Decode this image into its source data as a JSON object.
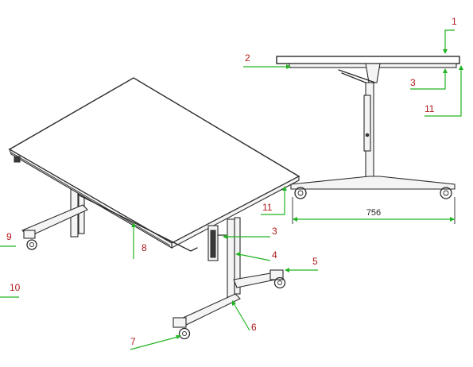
{
  "callouts": [
    {
      "id": "1",
      "label": "1"
    },
    {
      "id": "2",
      "label": "2"
    },
    {
      "id": "3a",
      "label": "3"
    },
    {
      "id": "11a",
      "label": "11"
    },
    {
      "id": "11b",
      "label": "11"
    },
    {
      "id": "3b",
      "label": "3"
    },
    {
      "id": "4",
      "label": "4"
    },
    {
      "id": "5",
      "label": "5"
    },
    {
      "id": "6",
      "label": "6"
    },
    {
      "id": "7",
      "label": "7"
    },
    {
      "id": "8",
      "label": "8"
    },
    {
      "id": "9",
      "label": "9"
    },
    {
      "id": "10",
      "label": "10"
    }
  ],
  "dimension": {
    "value": "756"
  },
  "colors": {
    "leader": "#22b422",
    "label": "#b01818",
    "line": "#2a2a2a"
  }
}
